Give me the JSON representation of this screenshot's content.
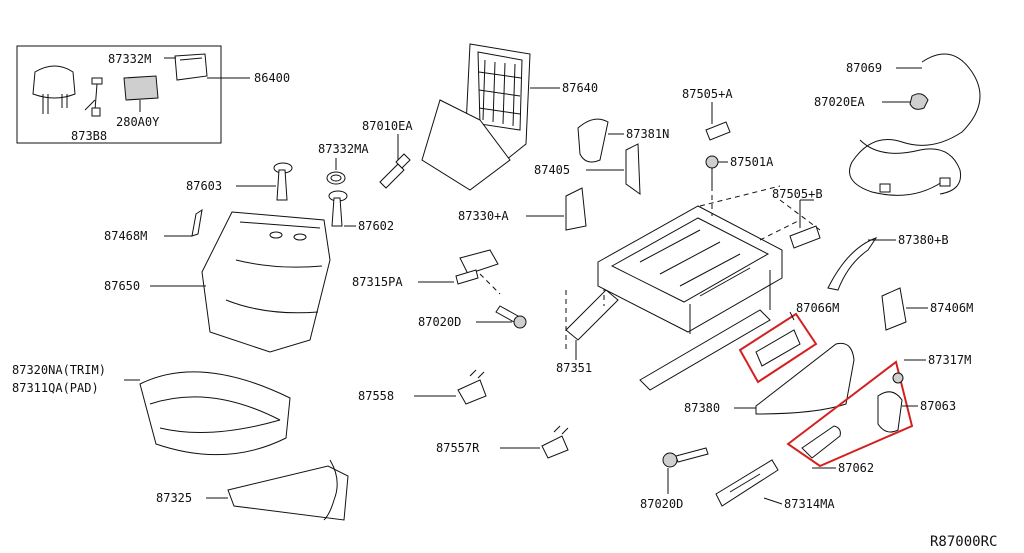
{
  "diagram_code": "R87000RC",
  "colors": {
    "highlight": "#d42020",
    "line": "#111111"
  },
  "labels": {
    "p86400": "86400",
    "p87332m": "87332M",
    "p280a0y": "280A0Y",
    "p873b8": "873B8",
    "p87640": "87640",
    "p87010ea": "87010EA",
    "p87332ma": "87332MA",
    "p87603": "87603",
    "p87602": "87602",
    "p87468m": "87468M",
    "p87650": "87650",
    "p87320na": "87320NA(TRIM)",
    "p87311qa": "87311QA(PAD)",
    "p87325": "87325",
    "p87381n": "87381N",
    "p87405": "87405",
    "p87330a": "87330+A",
    "p87315pa": "87315PA",
    "p87020d_a": "87020D",
    "p87558": "87558",
    "p87557r": "87557R",
    "p87351": "87351",
    "p87505a": "87505+A",
    "p87501a": "87501A",
    "p87505b": "87505+B",
    "p87069": "87069",
    "p87020ea": "87020EA",
    "p87380b": "87380+B",
    "p87066m": "87066M",
    "p87406m": "87406M",
    "p87317m": "87317M",
    "p87380": "87380",
    "p87063": "87063",
    "p87062": "87062",
    "p87020d_b": "87020D",
    "p87314ma": "87314MA"
  }
}
